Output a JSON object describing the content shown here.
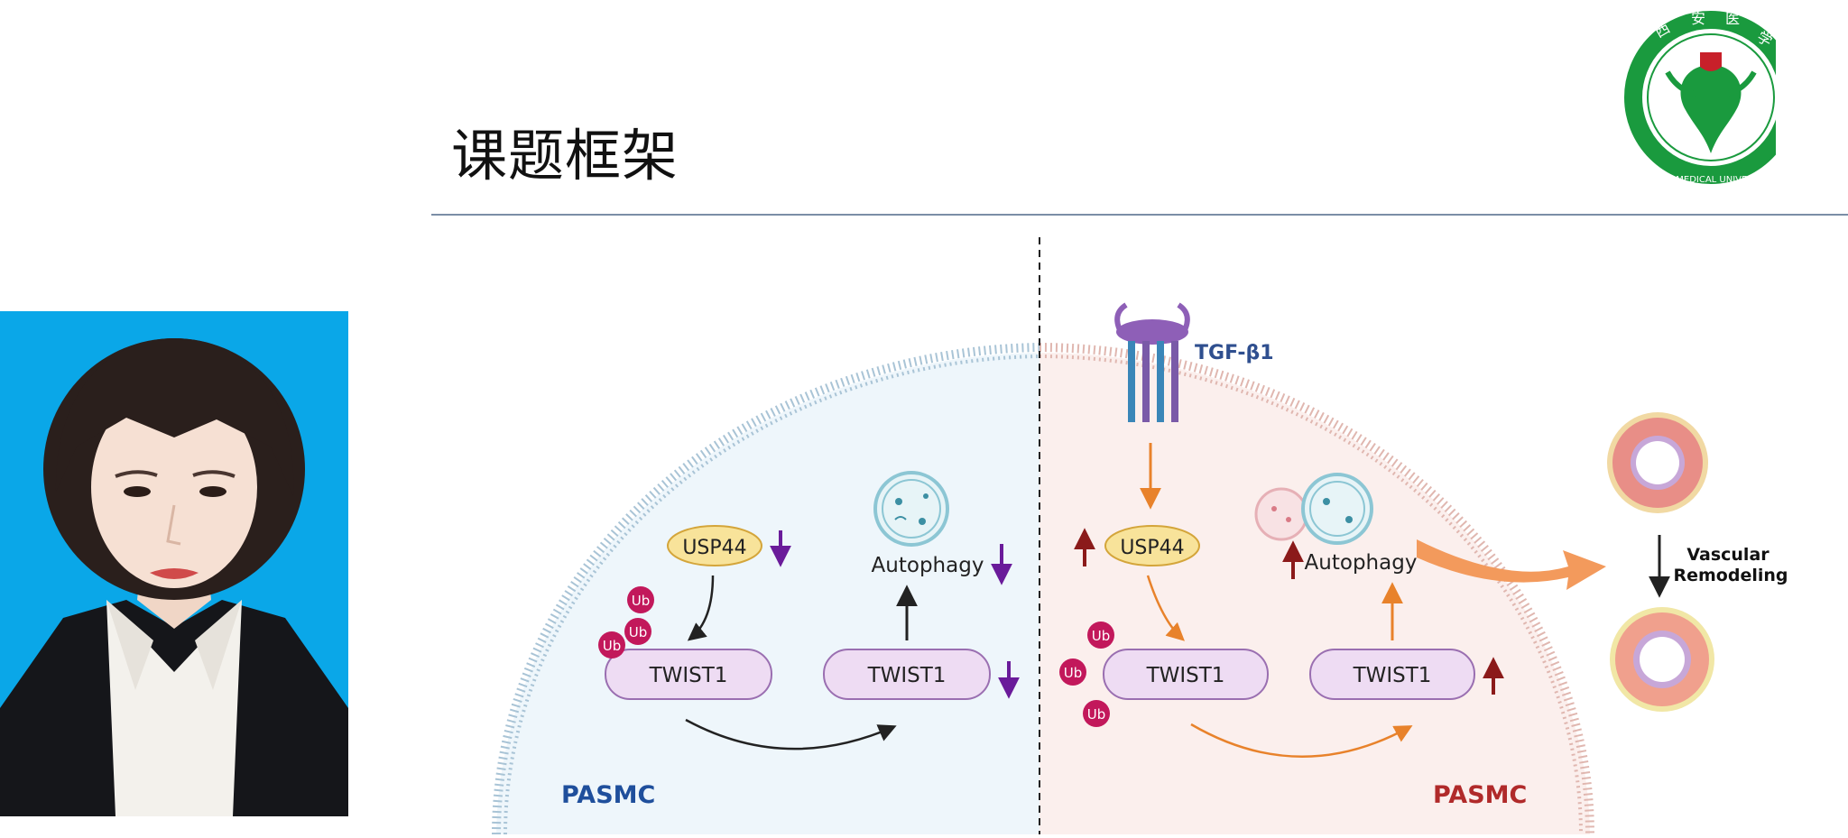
{
  "slide": {
    "title": "课题框架"
  },
  "logo": {
    "name": "XI'AN MEDICAL UNIVERSITY",
    "seal_text": "西安医学院",
    "colors": {
      "ring": "#1a9a3e",
      "accent": "#c8202a"
    }
  },
  "photo": {
    "background_color": "#0aa7e8"
  },
  "diagram": {
    "left_panel": {
      "cell_label": "PASMC",
      "usp44": "USP44",
      "twist1_a": "TWIST1",
      "twist1_b": "TWIST1",
      "autophagy": "Autophagy",
      "ub_tags": [
        "Ub",
        "Ub",
        "Ub"
      ]
    },
    "right_panel": {
      "cell_label": "PASMC",
      "ligand": "TGF-β1",
      "usp44": "USP44",
      "twist1_a": "TWIST1",
      "twist1_b": "TWIST1",
      "autophagy": "Autophagy",
      "ub_tags": [
        "Ub",
        "Ub",
        "Ub"
      ]
    },
    "outcome": {
      "line1": "Vascular",
      "line2": "Remodeling"
    },
    "colors": {
      "left_cell_fill": "#eef6fb",
      "right_cell_fill": "#fbefed",
      "membrane": "#a9c4d6",
      "pill_fill": "#eedcf3",
      "pill_stroke": "#9a6fb1",
      "usp44_fill": "#f8e39a",
      "usp44_stroke": "#d4a53a",
      "ub_fill": "#c2185b",
      "down_arrow": "#6a1b9a",
      "up_arrow": "#8b1a1a",
      "orange": "#e8822b",
      "left_label": "#1f4f9c",
      "right_label": "#b02a2a",
      "tgf_label": "#2f4f8f"
    }
  }
}
